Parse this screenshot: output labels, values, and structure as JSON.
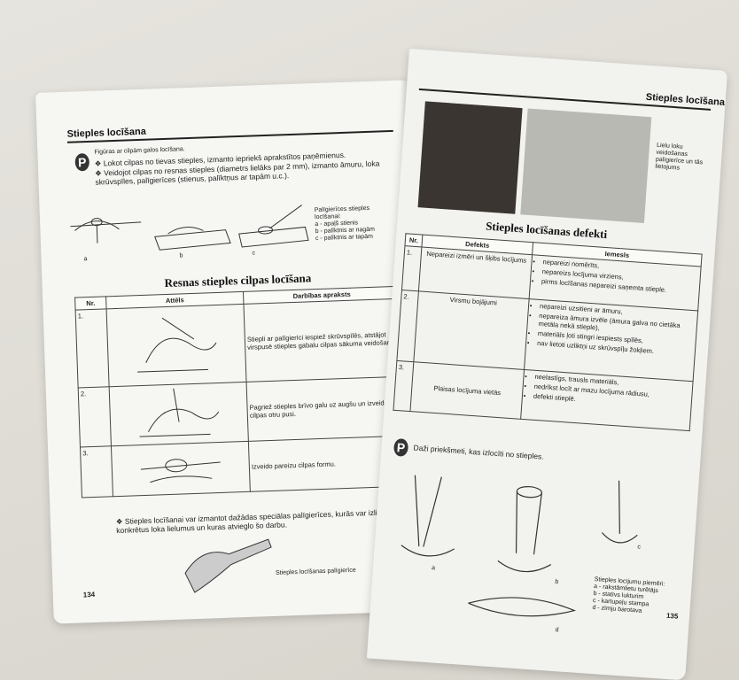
{
  "left": {
    "header": "Stieples locīšana",
    "p_badge": "P",
    "intro": "Figūras ar cilpām galos locīšana.",
    "bullet1": "Lokot cilpas no tievas stieples, izmanto iepriekš aprakstītos paņēmienus.",
    "bullet2": "Veidojot cilpas no resnas stieples (diametrs lielāks par 2 mm), izmanto āmuru, loka skrūvspīles, palīgierīces (stienus, palīktņus ar tapām u.c.).",
    "fig_a": "a",
    "fig_b": "b",
    "fig_c": "c",
    "fig_caption": [
      "Palīgierīces stieples",
      "locīšanai:",
      "a - apaļš stienis",
      "b - palīktnis ar nagām",
      "c - palīktnis ar tapām"
    ],
    "table_title": "Resnas stieples cilpas locīšana",
    "table_headers": [
      "Nr.",
      "Attēls",
      "Darbības apraksts"
    ],
    "rows": [
      {
        "nr": "1.",
        "desc": "Stiepli ar palīgierīci iespiež skrūvspīlēs, atstājot virspusē stieples gabalu cilpas sākuma veidošanai."
      },
      {
        "nr": "2.",
        "desc": "Pagriež stieples brīvo galu uz augšu un izveido cilpas otru pusi."
      },
      {
        "nr": "3.",
        "desc": "Izveido pareizu cilpas formu."
      }
    ],
    "bottom_bullet": "Stieples locīšanai var izmantot dažādas speciālas palīgierīces, kurās var izliekt konkrētus loka lielumus un kuras atvieglo šo darbu.",
    "tool_caption": "Stieples locīšanas palīgierīce",
    "page_number": "134"
  },
  "right": {
    "header": "Stieples locīšana",
    "photo_caption": [
      "Lielu loku",
      "veidošanas",
      "palīgierīce un tās",
      "lietojums"
    ],
    "defects_title": "Stieples locīšanas defekti",
    "table_headers": [
      "Nr.",
      "Defekts",
      "Iemesls"
    ],
    "rows": [
      {
        "nr": "1.",
        "defect": "Nepareizi izmēri un šķibs locījums",
        "reasons": [
          "nepareizi nomērīts,",
          "nepareizs locījuma virziens,",
          "pirms locīšanas nepareizi saņemta stieple."
        ]
      },
      {
        "nr": "2.",
        "defect": "Virsmu bojājumi",
        "reasons": [
          "nepareizi uzsitieni ar āmuru,",
          "nepareiza āmura izvēle (āmura galva no cietāka metāla nekā stieple),",
          "materiāls ļoti stingri iespiests spīlēs,",
          "nav lietoti uzliktņi uz skrūvspīļu žokļiem."
        ]
      },
      {
        "nr": "3.",
        "defect": "Plaisas locījuma vietās",
        "reasons": [
          "neelastīgs, trausls materiāls,",
          "nedrīkst locīt ar mazu locījuma rādiusu,",
          "defekti stieplē."
        ]
      }
    ],
    "p_badge": "P",
    "items_intro": "Daži priekšmeti, kas izlocīti no stieples.",
    "item_labels": [
      "a",
      "b",
      "c",
      "d"
    ],
    "items_caption": [
      "Stieples locījumu piemēri:",
      "a - rakstāmlietu turētājs",
      "b - statīvs lukturim",
      "c - kartupeļu stampa",
      "d - zīmju barotava"
    ],
    "page_number": "135"
  }
}
